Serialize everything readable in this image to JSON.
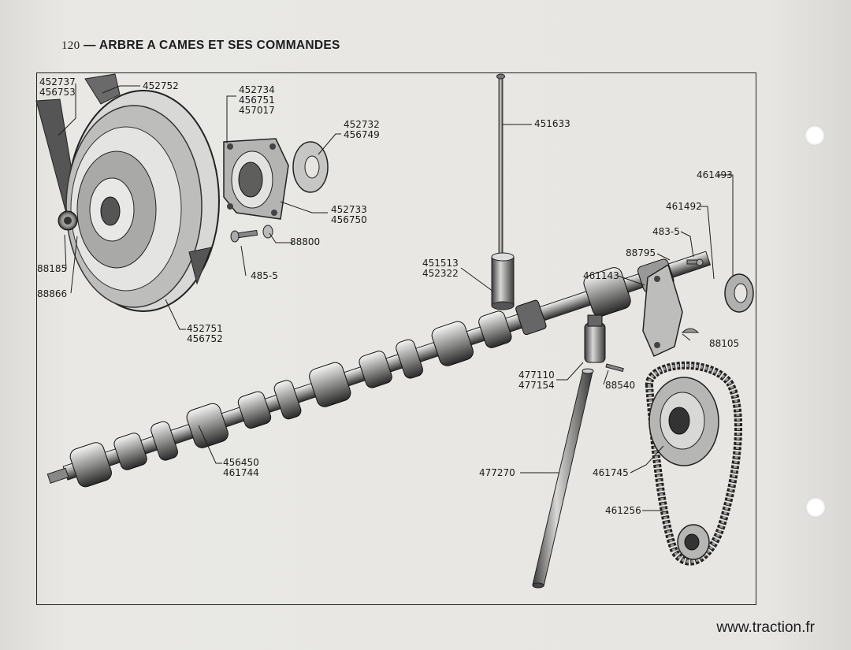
{
  "page": {
    "page_number": "120",
    "title_dash": "—",
    "title": "ARBRE A CAMES ET SES COMMANDES"
  },
  "callouts": {
    "c452737_456753": [
      "452737",
      "456753"
    ],
    "c452752": [
      "452752"
    ],
    "c452734": [
      "452734",
      "456751",
      "457017"
    ],
    "c452732": [
      "452732",
      "456749"
    ],
    "c451633": [
      "451633"
    ],
    "c461493": [
      "461493"
    ],
    "c461492": [
      "461492"
    ],
    "c483": [
      "483-5"
    ],
    "c88795": [
      "88795"
    ],
    "c461143": [
      "461143"
    ],
    "c452733": [
      "452733",
      "456750"
    ],
    "c88800": [
      "88800"
    ],
    "c485": [
      "485-5"
    ],
    "c88185": [
      "88185"
    ],
    "c88866": [
      "88866"
    ],
    "c452751": [
      "452751",
      "456752"
    ],
    "c451513": [
      "451513",
      "452322"
    ],
    "c88105": [
      "88105"
    ],
    "c477110": [
      "477110",
      "477154"
    ],
    "c88540": [
      "88540"
    ],
    "c456450": [
      "456450",
      "461744"
    ],
    "c477270": [
      "477270"
    ],
    "c461745": [
      "461745"
    ],
    "c461256": [
      "461256"
    ]
  },
  "watermark": "www.traction.fr"
}
